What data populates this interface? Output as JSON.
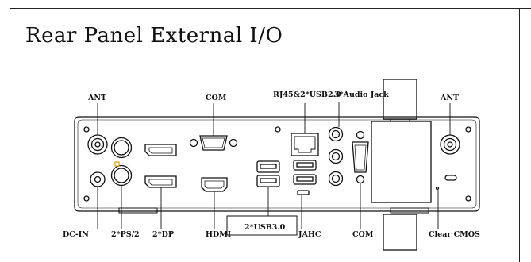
{
  "title": "Rear Panel External I/O",
  "labels": {
    "ant_left": "ANT",
    "com_top": "COM",
    "rj45_usb2": "RJ45&2*USB2.0",
    "audio_jack": "3*Audio Jack",
    "ant_right": "ANT",
    "dc_in": "DC-IN",
    "ps2": "2*PS/2",
    "dp": "2*DP",
    "hdmi": "HDMI",
    "usb3": "2*USB3.0",
    "jahc": "JAHC",
    "com_bottom": "COM",
    "clear_cmos": "Clear CMOS"
  },
  "colors": {
    "line": "#111111",
    "led": "#d9a000"
  }
}
